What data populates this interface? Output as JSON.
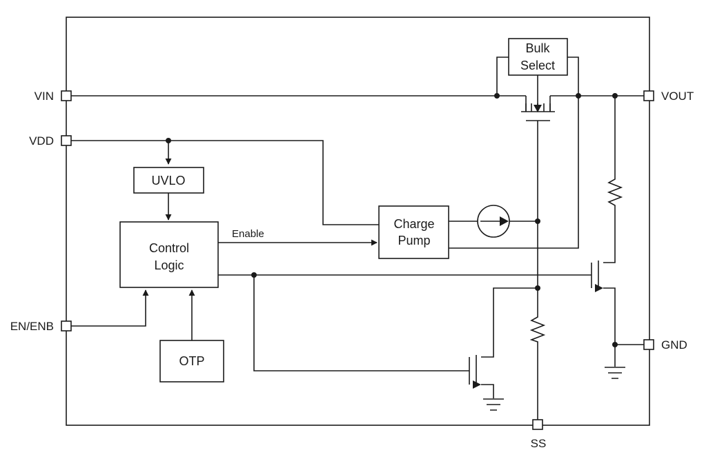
{
  "pins": {
    "vin": "VIN",
    "vdd": "VDD",
    "en": "EN/ENB",
    "vout": "VOUT",
    "gnd": "GND",
    "ss": "SS"
  },
  "blocks": {
    "bulk_line1": "Bulk",
    "bulk_line2": "Select",
    "uvlo": "UVLO",
    "control_line1": "Control",
    "control_line2": "Logic",
    "charge_line1": "Charge",
    "charge_line2": "Pump",
    "otp": "OTP"
  },
  "labels": {
    "enable": "Enable"
  }
}
